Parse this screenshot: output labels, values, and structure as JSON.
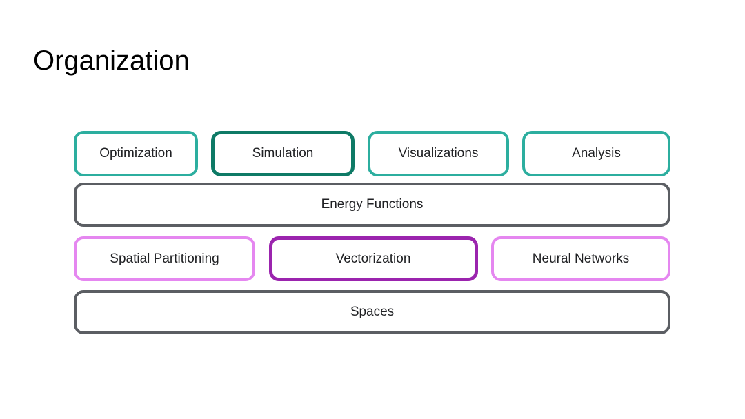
{
  "page": {
    "title": "Organization",
    "background": "#FFFFFF"
  },
  "colors": {
    "teal": "#2CAE9F",
    "teal_dark": "#0E7A66",
    "gray": "#5B5E63",
    "magenta": "#E587F0",
    "purple": "#9B24AE",
    "title_text": "#000000",
    "label_text": "#202124",
    "background": "#FFFFFF"
  },
  "diagram": {
    "rows": [
      {
        "name": "top-modules",
        "items": [
          {
            "label": "Optimization",
            "border": "teal",
            "emphasized": false
          },
          {
            "label": "Simulation",
            "border": "teal_dark",
            "emphasized": true
          },
          {
            "label": "Visualizations",
            "border": "teal",
            "emphasized": false
          },
          {
            "label": "Analysis",
            "border": "teal",
            "emphasized": false
          }
        ]
      },
      {
        "name": "energy-functions-layer",
        "items": [
          {
            "label": "Energy Functions",
            "border": "gray",
            "emphasized": false
          }
        ]
      },
      {
        "name": "mid-modules",
        "items": [
          {
            "label": "Spatial Partitioning",
            "border": "magenta",
            "emphasized": false
          },
          {
            "label": "Vectorization",
            "border": "purple",
            "emphasized": true
          },
          {
            "label": "Neural Networks",
            "border": "magenta",
            "emphasized": false
          }
        ]
      },
      {
        "name": "spaces-layer",
        "items": [
          {
            "label": "Spaces",
            "border": "gray",
            "emphasized": false
          }
        ]
      }
    ]
  }
}
